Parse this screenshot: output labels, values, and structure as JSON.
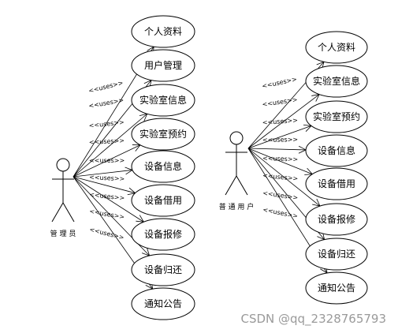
{
  "actors": [
    {
      "id": "admin",
      "label": "管 理 员",
      "cases": [
        "个人资料",
        "用户管理",
        "实验室信息",
        "实验室预约",
        "设备信息",
        "设备借用",
        "设备报修",
        "设备归还",
        "通知公告"
      ],
      "uses_label": "<<uses>>"
    },
    {
      "id": "user",
      "label": "普 通 用 户",
      "cases": [
        "个人资料",
        "实验室信息",
        "实验室预约",
        "设备信息",
        "设备借用",
        "设备报修",
        "设备归还",
        "通知公告"
      ],
      "uses_label": "<<uses>>"
    }
  ],
  "watermark": "CSDN @qq_2328765793",
  "colors": {
    "line": "#000000",
    "background": "#ffffff",
    "watermark": "#9a9a9a"
  }
}
